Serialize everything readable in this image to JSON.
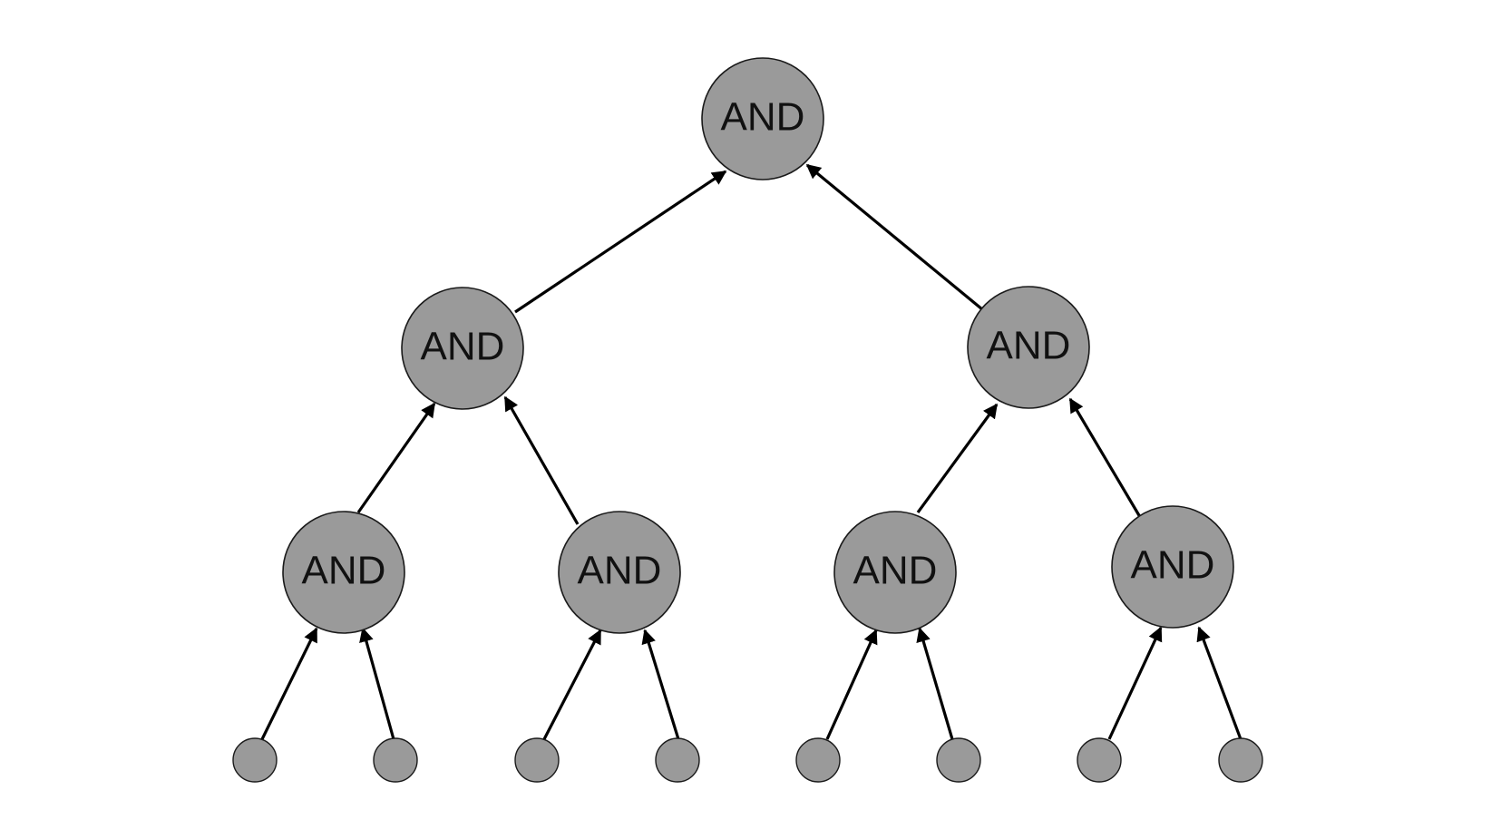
{
  "diagram": {
    "type": "binary-and-tree",
    "node_fill": "#9a9a9a",
    "edge_color": "#000000",
    "nodes": {
      "root": {
        "label": "AND"
      },
      "left_mid": {
        "label": "AND"
      },
      "right_mid": {
        "label": "AND"
      },
      "ll": {
        "label": "AND"
      },
      "lr": {
        "label": "AND"
      },
      "rl": {
        "label": "AND"
      },
      "rr": {
        "label": "AND"
      }
    },
    "edges": [
      {
        "from": "left_mid",
        "to": "root"
      },
      {
        "from": "right_mid",
        "to": "root"
      },
      {
        "from": "ll",
        "to": "left_mid"
      },
      {
        "from": "lr",
        "to": "left_mid"
      },
      {
        "from": "rl",
        "to": "right_mid"
      },
      {
        "from": "rr",
        "to": "right_mid"
      },
      {
        "from": "leaf1",
        "to": "ll"
      },
      {
        "from": "leaf2",
        "to": "ll"
      },
      {
        "from": "leaf3",
        "to": "lr"
      },
      {
        "from": "leaf4",
        "to": "lr"
      },
      {
        "from": "leaf5",
        "to": "rl"
      },
      {
        "from": "leaf6",
        "to": "rl"
      },
      {
        "from": "leaf7",
        "to": "rr"
      },
      {
        "from": "leaf8",
        "to": "rr"
      }
    ]
  }
}
